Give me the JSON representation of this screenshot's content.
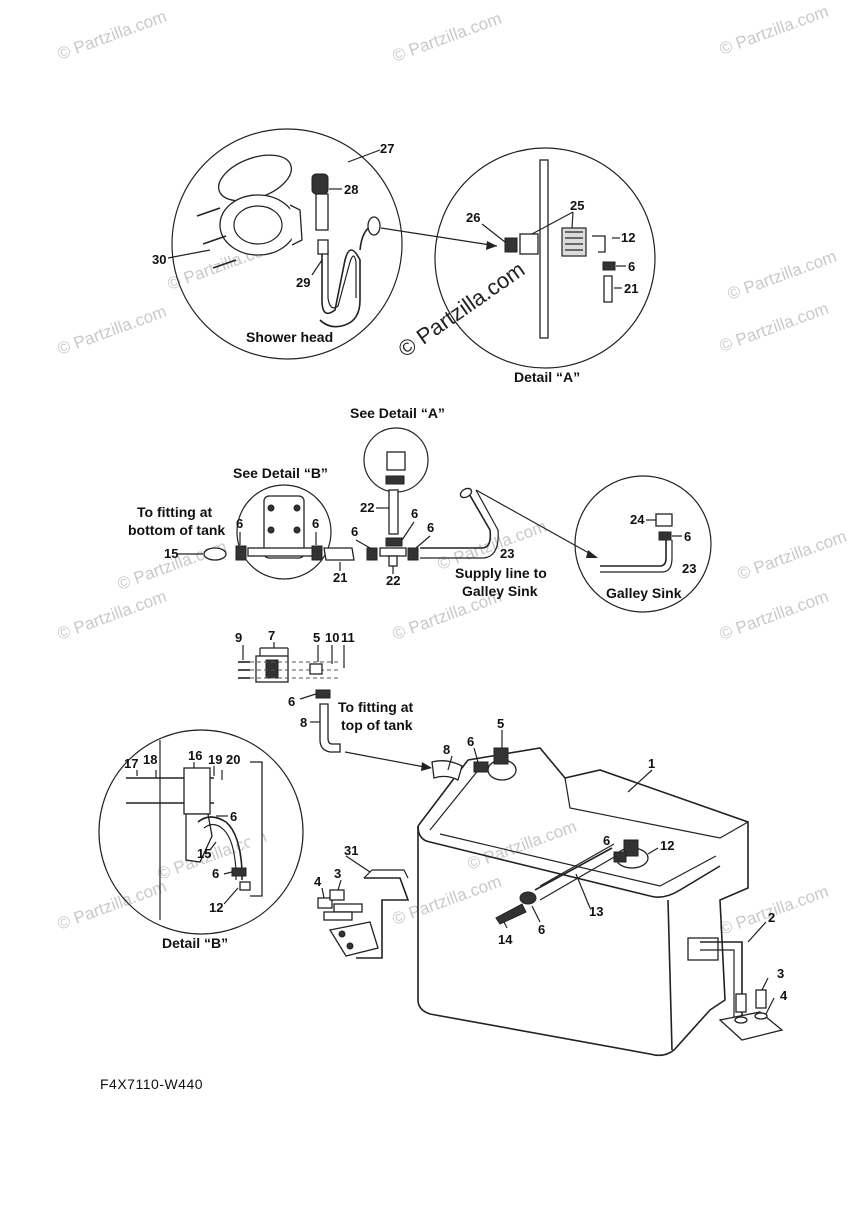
{
  "watermark": {
    "small": "© Partzilla.com",
    "center": "© Partzilla.com"
  },
  "labels": {
    "shower_head": "Shower head",
    "detail_a": "Detail “A”",
    "see_detail_a": "See Detail “A”",
    "see_detail_b": "See Detail “B”",
    "to_fitting_bottom_1": "To fitting at",
    "to_fitting_bottom_2": "bottom of tank",
    "supply_line_1": "Supply line to",
    "supply_line_2": "Galley Sink",
    "galley_sink": "Galley Sink",
    "to_fitting_top_1": "To fitting at",
    "to_fitting_top_2": "top of tank",
    "detail_b": "Detail “B”",
    "diagram_code": "F4X7110-W440"
  },
  "callouts": {
    "p1": "1",
    "p2": "2",
    "p3": "3",
    "p4": "4",
    "p5": "5",
    "p6": "6",
    "p7": "7",
    "p8": "8",
    "p9": "9",
    "p10": "10",
    "p11": "11",
    "p12": "12",
    "p13": "13",
    "p14": "14",
    "p15": "15",
    "p16": "16",
    "p17": "17",
    "p18": "18",
    "p19": "19",
    "p20": "20",
    "p21": "21",
    "p22": "22",
    "p23": "23",
    "p24": "24",
    "p25": "25",
    "p26": "26",
    "p27": "27",
    "p28": "28",
    "p29": "29",
    "p30": "30",
    "p31": "31"
  }
}
